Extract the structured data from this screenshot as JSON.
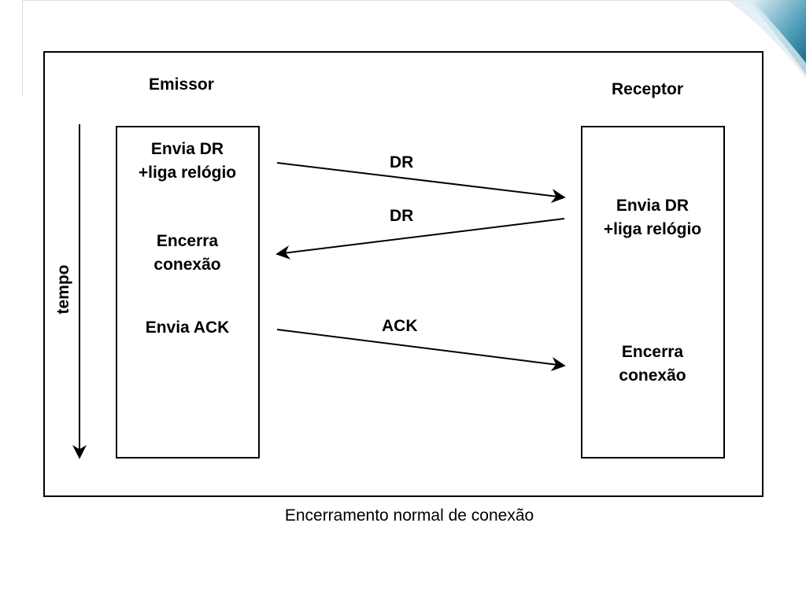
{
  "emitter": {
    "title": "Emissor",
    "steps": [
      [
        "Envia DR",
        "+liga relógio"
      ],
      [
        "Encerra",
        "conexão"
      ],
      [
        "Envia ACK"
      ]
    ]
  },
  "receiver": {
    "title": "Receptor",
    "steps": [
      [
        "Envia DR",
        "+liga relógio"
      ],
      [
        "Encerra",
        "conexão"
      ]
    ]
  },
  "messages": [
    {
      "label": "DR",
      "direction": "emitter-to-receiver"
    },
    {
      "label": "DR",
      "direction": "receiver-to-emitter"
    },
    {
      "label": "ACK",
      "direction": "emitter-to-receiver"
    }
  ],
  "time_axis": {
    "label": "tempo"
  },
  "caption": "Encerramento normal de conexão",
  "colors": {
    "accent": "#1f6f8b",
    "line": "#000000"
  }
}
